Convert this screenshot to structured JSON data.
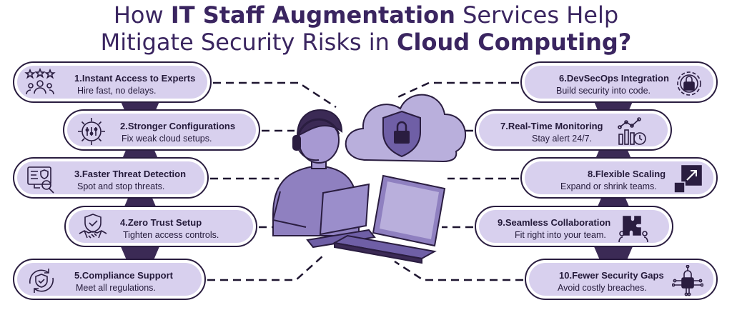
{
  "title": {
    "line1_pre": "How ",
    "line1_bold": "IT Staff Augmentation",
    "line1_post": " Services Help",
    "line2_pre": "Mitigate Security Risks in ",
    "line2_bold": "Cloud Computing?"
  },
  "left_items": [
    {
      "title": "1.Instant Access to Experts",
      "sub": "Hire fast, no delays.",
      "icon": "rating-team-icon"
    },
    {
      "title": "2.Stronger Configurations",
      "sub": "Fix weak cloud setups.",
      "icon": "settings-gear-icon"
    },
    {
      "title": "3.Faster Threat Detection",
      "sub": "Spot and stop threats.",
      "icon": "threat-scan-icon"
    },
    {
      "title": "4.Zero Trust Setup",
      "sub": "Tighten access controls.",
      "icon": "handshake-shield-icon"
    },
    {
      "title": "5.Compliance Support",
      "sub": "Meet all regulations.",
      "icon": "compliance-shield-icon"
    }
  ],
  "right_items": [
    {
      "title": "6.DevSecOps Integration",
      "sub": "Build security into code.",
      "icon": "lock-gear-icon"
    },
    {
      "title": "7.Real-Time Monitoring",
      "sub": "Stay alert 24/7.",
      "icon": "monitoring-chart-icon"
    },
    {
      "title": "8.Flexible Scaling",
      "sub": "Expand or shrink teams.",
      "icon": "scale-arrow-icon"
    },
    {
      "title": "9.Seamless Collaboration",
      "sub": "Fit right into your team.",
      "icon": "puzzle-team-icon"
    },
    {
      "title": "10.Fewer Security Gaps",
      "sub": "Avoid costly breaches.",
      "icon": "circuit-lock-icon"
    }
  ],
  "colors": {
    "dark": "#2a1d40",
    "card": "#d8d0ee",
    "accent": "#3b2a55",
    "illus": "#8f80c0"
  }
}
